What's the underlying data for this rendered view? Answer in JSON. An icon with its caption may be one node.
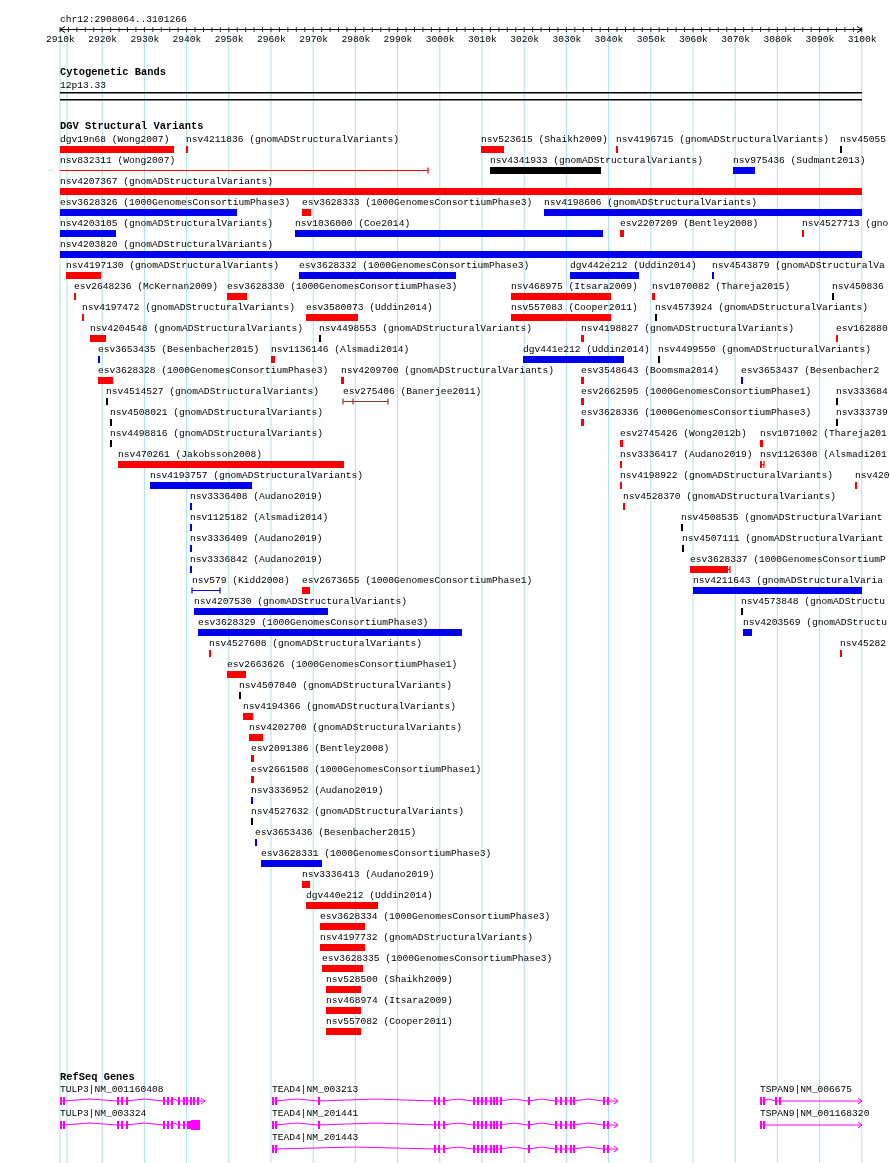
{
  "diagram": {
    "title": "chr12:2908064..3101266",
    "labels": [
      "2910k",
      "2920k",
      "2930k",
      "2940k",
      "2950k",
      "2960k",
      "2970k",
      "2980k",
      "2990k",
      "3000k",
      "3010k",
      "3020k",
      "3030k",
      "3040k",
      "3050k",
      "3060k",
      "3070k",
      "3080k",
      "3090k",
      "3100k",
      "Cytogenetic Bands",
      "12p13.33",
      "DGV Structural Variants",
      "dgv19n68 (Wong2007)",
      "nsv4211836 (gnomADStructuralVariants)",
      "nsv523615 (Shaikh2009)",
      "nsv4196715 (gnomADStructuralVariants)",
      "nsv45055",
      "nsv832311 (Wong2007)",
      "nsv4341933 (gnomADStructuralVariants)",
      "nsv975436 (Sudmant2013)",
      "nsv4207367 (gnomADStructuralVariants)",
      "esv3628326 (1000GenomesConsortiumPhase3)",
      "esv3628333 (1000GenomesConsortiumPhase3)",
      "nsv4198606 (gnomADStructuralVariants)",
      "nsv4203105 (gnomADStructuralVariants)",
      "nsv1036000 (Coe2014)",
      "esv2207209 (Bentley2008)",
      "nsv4527713 (gno",
      "nsv4203820 (gnomADStructuralVariants)",
      "nsv4197130 (gnomADStructuralVariants)",
      "esv3628332 (1000GenomesConsortiumPhase3)",
      "dgv442e212 (Uddin2014)",
      "nsv4543879 (gnomADStructuralVa",
      "esv2648236 (McKernan2009)",
      "esv3628330 (1000GenomesConsortiumPhase3)",
      "nsv468975 (Itsara2009)",
      "nsv1070082 (Thareja2015)",
      "nsv450836",
      "nsv4197472 (gnomADStructuralVariants)",
      "esv3580073 (Uddin2014)",
      "nsv557083 (Cooper2011)",
      "nsv4573924 (gnomADStructuralVariants)",
      "nsv4204548 (gnomADStructuralVariants)",
      "nsv4498553 (gnomADStructuralVariants)",
      "nsv4198827 (gnomADStructuralVariants)",
      "esv162880",
      "esv3653435 (Besenbacher2015)",
      "nsv1136146 (Alsmadi2014)",
      "dgv441e212 (Uddin2014)",
      "nsv4499550 (gnomADStructuralVariants)",
      "esv3628328 (1000GenomesConsortiumPhase3)",
      "nsv4209700 (gnomADStructuralVariants)",
      "esv3548643 (Boomsma2014)",
      "esv3653437 (Besenbacher2",
      "nsv4514527 (gnomADStructuralVariants)",
      "esv275406 (Banerjee2011)",
      "esv2662595 (1000GenomesConsortiumPhase1)",
      "nsv333684",
      "nsv4508021 (gnomADStructuralVariants)",
      "esv3628336 (1000GenomesConsortiumPhase3)",
      "nsv333739",
      "nsv4498816 (gnomADStructuralVariants)",
      "esv2745426 (Wong2012b)",
      "nsv1071002 (Thareja201",
      "nsv470261 (Jakobsson2008)",
      "nsv3336417 (Audano2019)",
      "nsv1126308 (Alsmadi201",
      "nsv4193757 (gnomADStructuralVariants)",
      "nsv4198922 (gnomADStructuralVariants)",
      "nsv420",
      "nsv3336408 (Audano2019)",
      "nsv4528370 (gnomADStructuralVariants)",
      "nsv1125182 (Alsmadi2014)",
      "nsv4508535 (gnomADStructuralVariant",
      "nsv3336409 (Audano2019)",
      "nsv4507111 (gnomADStructuralVariant",
      "nsv3336842 (Audano2019)",
      "esv3628337 (1000GenomesConsortiumP",
      "nsv579 (Kidd2008)",
      "esv2673655 (1000GenomesConsortiumPhase1)",
      "nsv4211643 (gnomADStructuralVaria",
      "nsv4207530 (gnomADStructuralVariants)",
      "nsv4573848 (gnomADStructu",
      "esv3628329 (1000GenomesConsortiumPhase3)",
      "nsv4203569 (gnomADStructu",
      "nsv4527608 (gnomADStructuralVariants)",
      "nsv45282",
      "esv2663626 (1000GenomesConsortiumPhase1)",
      "nsv4507040 (gnomADStructuralVariants)",
      "nsv4194366 (gnomADStructuralVariants)",
      "nsv4202700 (gnomADStructuralVariants)",
      "esv2091386 (Bentley2008)",
      "esv2661508 (1000GenomesConsortiumPhase1)",
      "nsv3336952 (Audano2019)",
      "nsv4527632 (gnomADStructuralVariants)",
      "esv3653436 (Besenbacher2015)",
      "esv3628331 (1000GenomesConsortiumPhase3)",
      "nsv3336413 (Audano2019)",
      "dgv440e212 (Uddin2014)",
      "esv3628334 (1000GenomesConsortiumPhase3)",
      "nsv4197732 (gnomADStructuralVariants)",
      "esv3628335 (1000GenomesConsortiumPhase3)",
      "nsv528500 (Shaikh2009)",
      "nsv468974 (Itsara2009)",
      "nsv557082 (Cooper2011)",
      "RefSeq Genes",
      "TULP3|NM_001160408",
      "TEAD4|NM_003213",
      "TSPAN9|NM_006675",
      "TULP3|NM_003324",
      "TEAD4|NM_201441",
      "TSPAN9|NM_001168320",
      "TEAD4|NM_201443"
    ]
  }
}
